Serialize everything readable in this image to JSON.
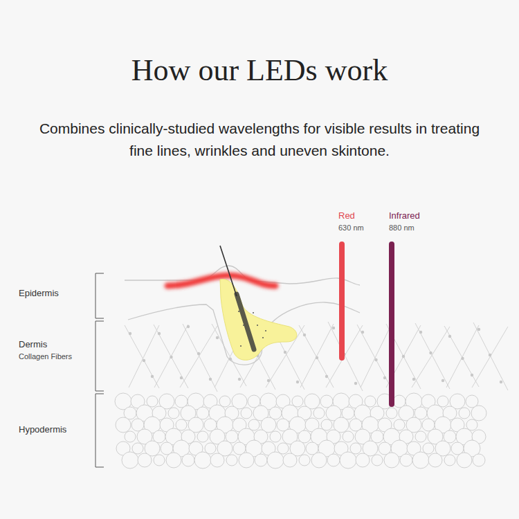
{
  "diagram": {
    "title": "How our LEDs work",
    "caption": "Combines clinically-studied wavelengths for visible results in treating fine lines, wrinkles and uneven skintone.",
    "labels": [
      "Epidermis",
      "Dermis",
      "Collagen Fibers",
      "Hypodermis",
      "Red",
      "630 nm",
      "Infrared",
      "880 nm"
    ]
  }
}
